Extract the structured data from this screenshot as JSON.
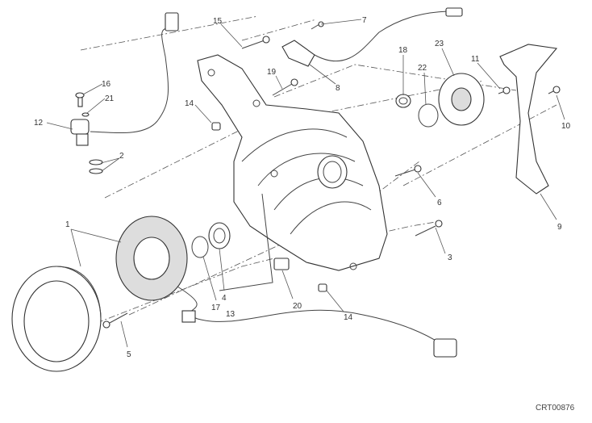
{
  "diagram": {
    "callouts": {
      "c1": "1",
      "c2": "2",
      "c3": "3",
      "c4": "4",
      "c5": "5",
      "c6": "6",
      "c7": "7",
      "c8": "8",
      "c9": "9",
      "c10": "10",
      "c11": "11",
      "c12": "12",
      "c13": "13",
      "c14a": "14",
      "c14b": "14",
      "c15": "15",
      "c16": "16",
      "c17": "17",
      "c18": "18",
      "c19": "19",
      "c20": "20",
      "c21": "21",
      "c22": "22",
      "c23": "23"
    },
    "drawing_code": "CRT00876"
  }
}
